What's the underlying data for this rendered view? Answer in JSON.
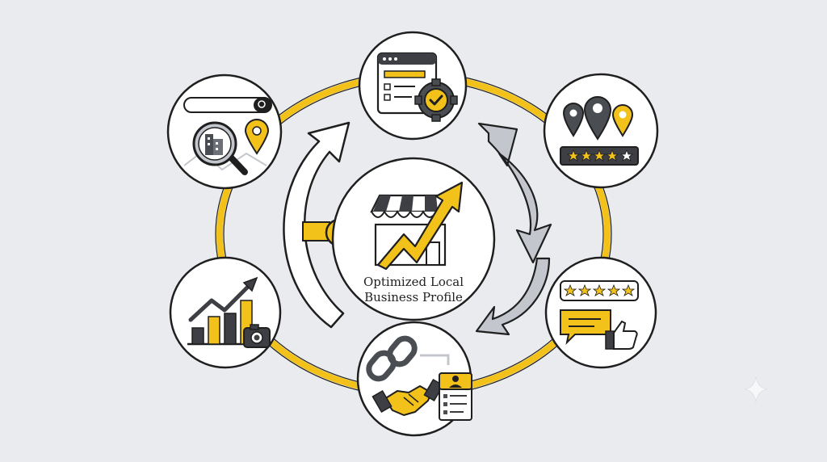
{
  "center": {
    "title_line1": "Optimized Local",
    "title_line2": "Business Profile"
  },
  "nodes": [
    {
      "name": "local-search-node",
      "icon": "magnifier-map-icon"
    },
    {
      "name": "website-settings-node",
      "icon": "browser-gear-check-icon"
    },
    {
      "name": "map-pins-rating-node",
      "icon": "map-pins-stars-icon"
    },
    {
      "name": "reviews-feedback-node",
      "icon": "stars-speech-thumbs-up-icon"
    },
    {
      "name": "backlinks-partnerships-node",
      "icon": "chain-handshake-profile-icon"
    },
    {
      "name": "analytics-photos-node",
      "icon": "bar-chart-camera-icon"
    }
  ],
  "colors": {
    "background": "#e9ebee",
    "accent_yellow": "#f2c21b",
    "outline": "#1f1f1f",
    "dark_gray": "#4a4d52",
    "light_gray": "#c3c7cd",
    "white": "#ffffff"
  }
}
